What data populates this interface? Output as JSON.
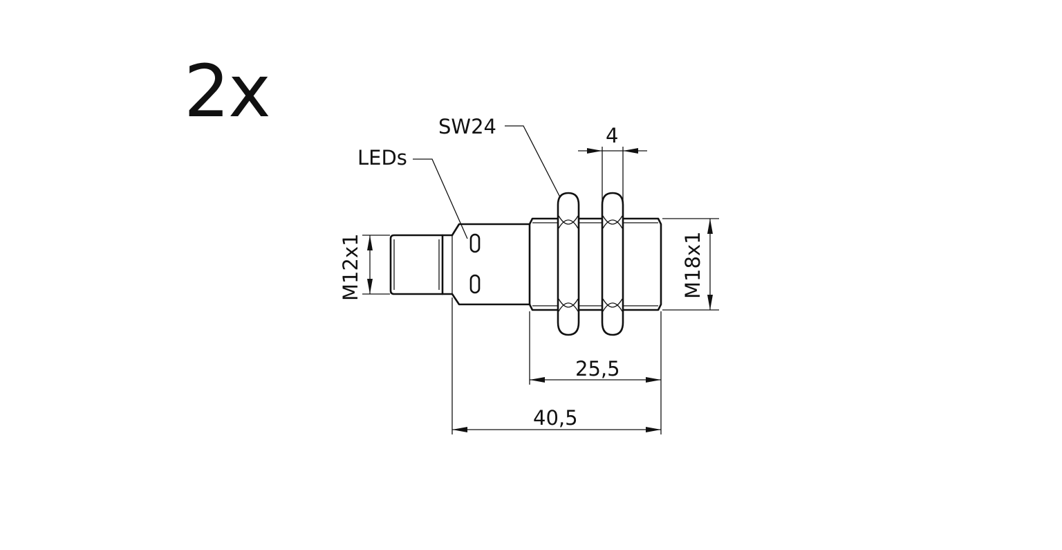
{
  "quantity_label": "2x",
  "callouts": {
    "sw": "SW24",
    "leds": "LEDs"
  },
  "dimensions": {
    "nut_thickness": "4",
    "thread_front": "M12x1",
    "thread_body": "M18x1",
    "threaded_length": "25,5",
    "overall_length": "40,5"
  }
}
